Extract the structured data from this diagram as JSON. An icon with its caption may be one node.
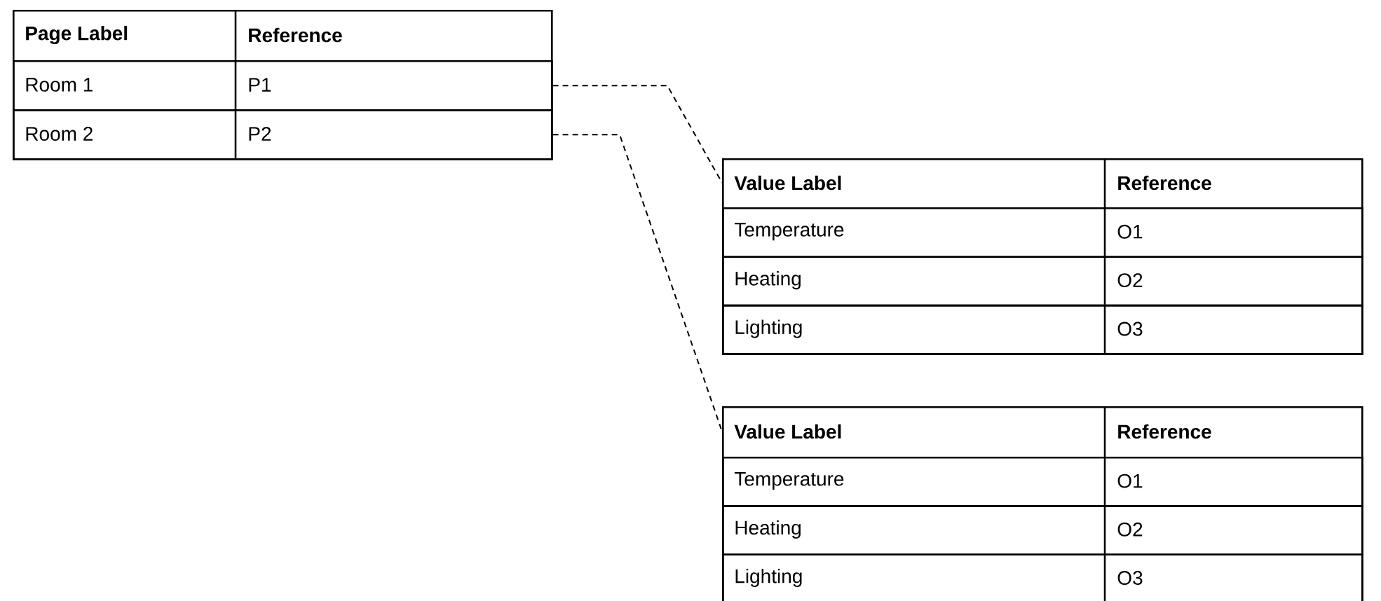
{
  "diagram": {
    "nodes": [
      {
        "text": [
          "Page Label",
          "Reference"
        ]
      },
      {
        "text": [
          "Room 1",
          "P1"
        ],
        "in": 0
      },
      {
        "text": [
          "Room 2",
          "P2"
        ],
        "in": 0
      },
      {
        "text": [
          "Value Label",
          "Reference"
        ]
      },
      {
        "text": [
          "Temperature",
          "O1"
        ],
        "in": 3
      },
      {
        "text": [
          "Heating",
          "O2"
        ],
        "in": 3
      },
      {
        "text": [
          "Lighting",
          "O3"
        ],
        "in": 3
      },
      {
        "text": [
          "Value Label",
          "Reference"
        ]
      },
      {
        "text": [
          "Temperature",
          "O1"
        ],
        "in": 7
      },
      {
        "text": [
          "Heating",
          "O2"
        ],
        "in": 7
      },
      {
        "text": [
          "Lighting",
          "O3"
        ],
        "in": 7
      }
    ],
    "edges": [
      {
        "from": 1,
        "to": 3,
        "arrow": "none",
        "style": "dashed"
      },
      {
        "from": 2,
        "to": 7,
        "arrow": "none",
        "style": "dashed"
      }
    ]
  }
}
